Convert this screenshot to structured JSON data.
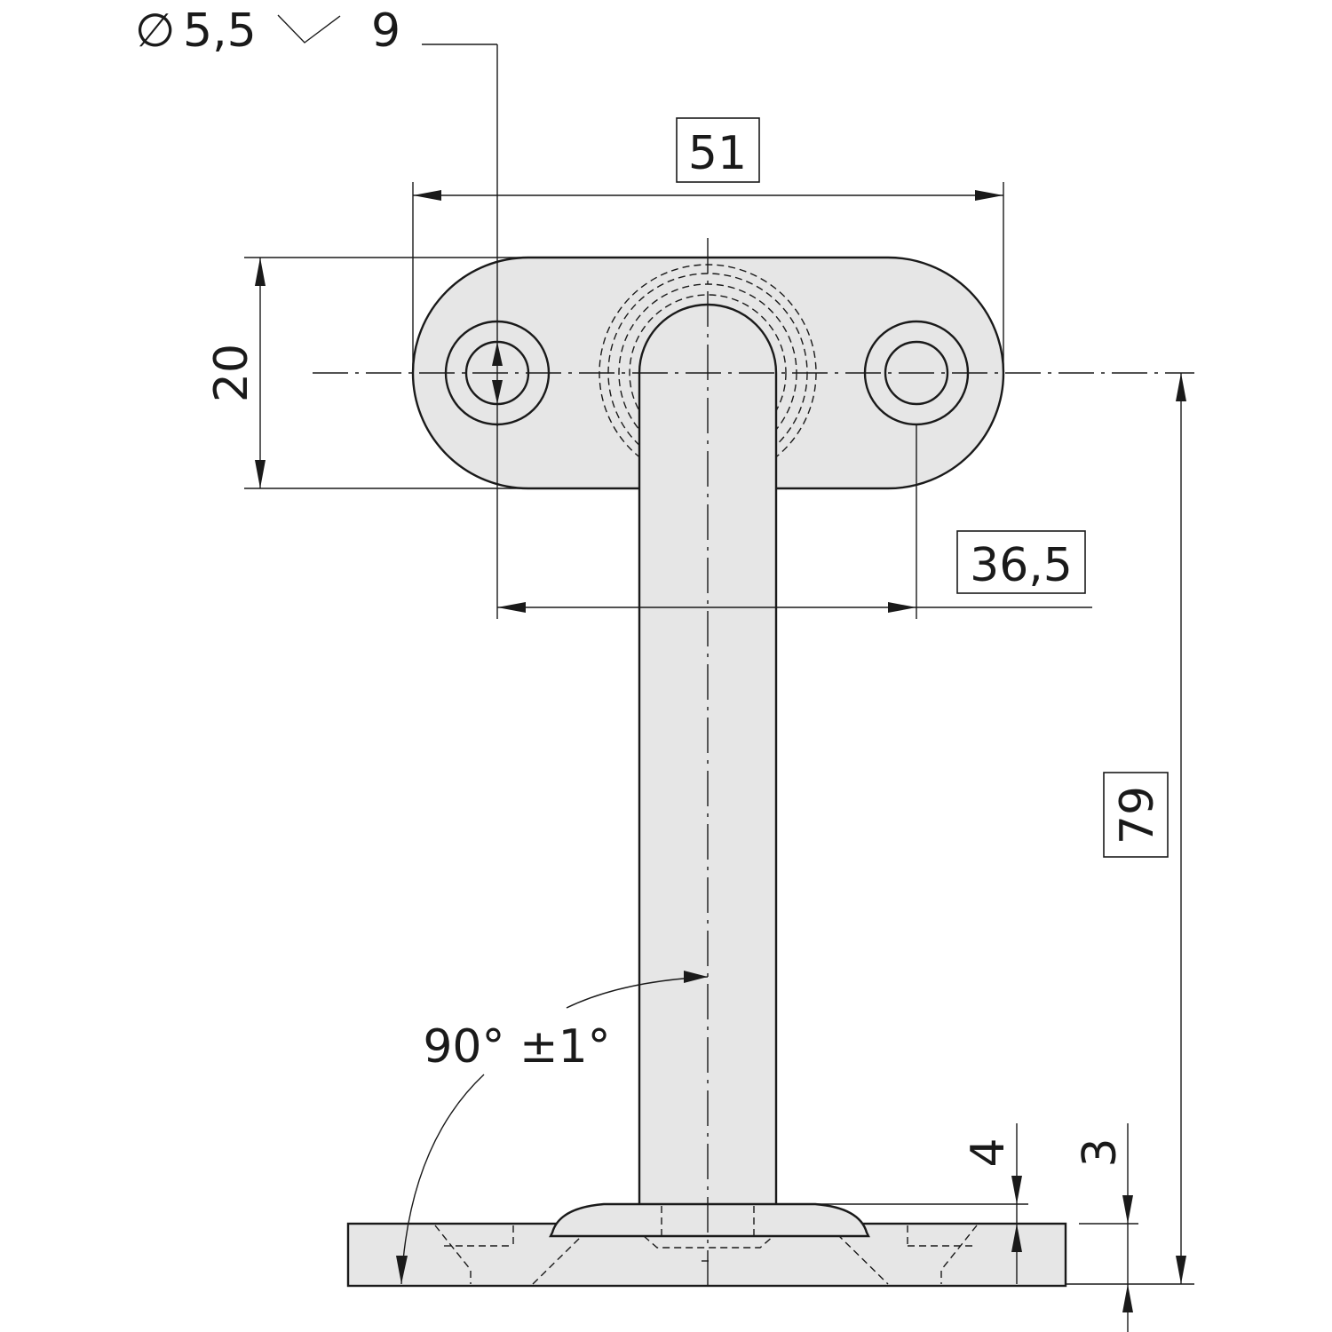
{
  "diagram": {
    "hole_spec": {
      "diameter_symbol": "∅",
      "diameter": "5,5",
      "countersink": "9"
    },
    "dimensions": {
      "overall_width": "51",
      "hole_spacing": "36,5",
      "plate_height": "20",
      "overall_length": "79",
      "flange_height": "4",
      "base_thickness": "3",
      "angle": "90° ±1°"
    }
  }
}
